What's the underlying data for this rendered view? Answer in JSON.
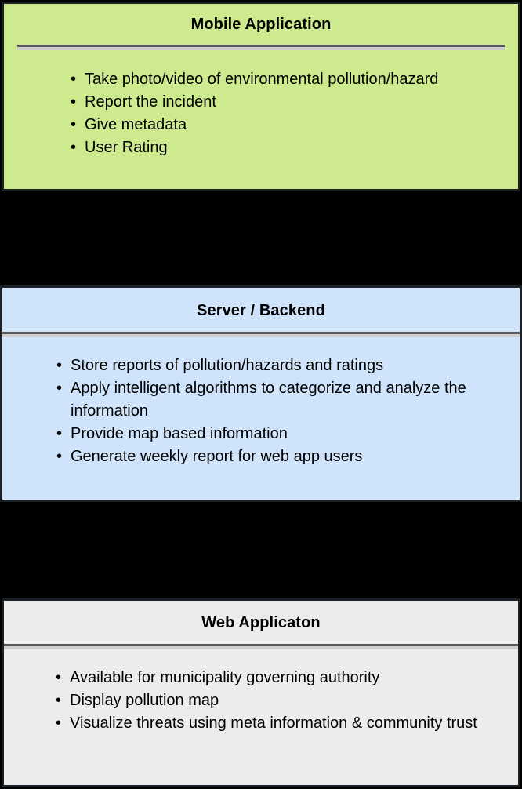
{
  "diagram": {
    "background_color": "#000000",
    "bullet_glyph": "•",
    "boxes": [
      {
        "id": "mobile-application",
        "title": "Mobile Application",
        "fill_color": "#CDEA8F",
        "border_color": "#1C2128",
        "items": [
          "Take photo/video of environmental pollution/hazard",
          "Report the incident",
          "Give metadata",
          "User Rating"
        ]
      },
      {
        "id": "server-backend",
        "title": "Server / Backend",
        "fill_color": "#CFE4FA",
        "border_color": "#1C2128",
        "items": [
          "Store reports of pollution/hazards and ratings",
          "Apply intelligent algorithms to categorize and analyze the information",
          "Provide map based information",
          "Generate weekly report for web app users"
        ]
      },
      {
        "id": "web-application",
        "title": "Web Applicaton",
        "fill_color": "#ECECEC",
        "border_color": "#1C2128",
        "items": [
          "Available for municipality governing authority",
          "Display pollution map",
          "Visualize threats using meta information & community trust"
        ]
      }
    ]
  }
}
